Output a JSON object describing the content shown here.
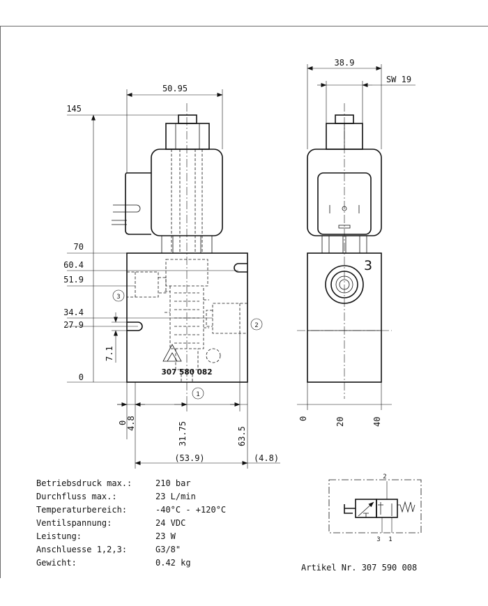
{
  "dimensions": {
    "front_width": "50.95",
    "side_width": "38.9",
    "across_flats": "SW 19",
    "height_145": "145",
    "height_70": "70",
    "height_60_4": "60.4",
    "height_51_9": "51.9",
    "height_34_4": "34.4",
    "height_27_9": "27.9",
    "height_7_1": "7.1",
    "height_0": "0",
    "x_0": "0",
    "x_4_8": "4.8",
    "x_31_75": "31.75",
    "x_63_5": "63.5",
    "bottom_53_9": "(53.9)",
    "bottom_4_8": "(4.8)",
    "side_x_0": "0",
    "side_x_20": "20",
    "side_x_40": "40"
  },
  "ports": {
    "port_1": "1",
    "port_2": "2",
    "port_3": "3",
    "side_port_3": "3"
  },
  "body_marking": "307 580 082",
  "specs": [
    {
      "label": "Betriebsdruck max.:",
      "value": "210 bar"
    },
    {
      "label": "Durchfluss max.:",
      "value": "23 L/min"
    },
    {
      "label": "Temperaturbereich:",
      "value": "-40°C - +120°C"
    },
    {
      "label": "Ventilspannung:",
      "value": "24 VDC"
    },
    {
      "label": "Leistung:",
      "value": "23 W"
    },
    {
      "label": "Anschluesse 1,2,3:",
      "value": "G3/8\""
    },
    {
      "label": "Gewicht:",
      "value": "0.42 kg"
    }
  ],
  "symbol": {
    "port_top": "2",
    "port_bottom_left": "3",
    "port_bottom_right": "1"
  },
  "article": "Artikel Nr. 307 590 008"
}
